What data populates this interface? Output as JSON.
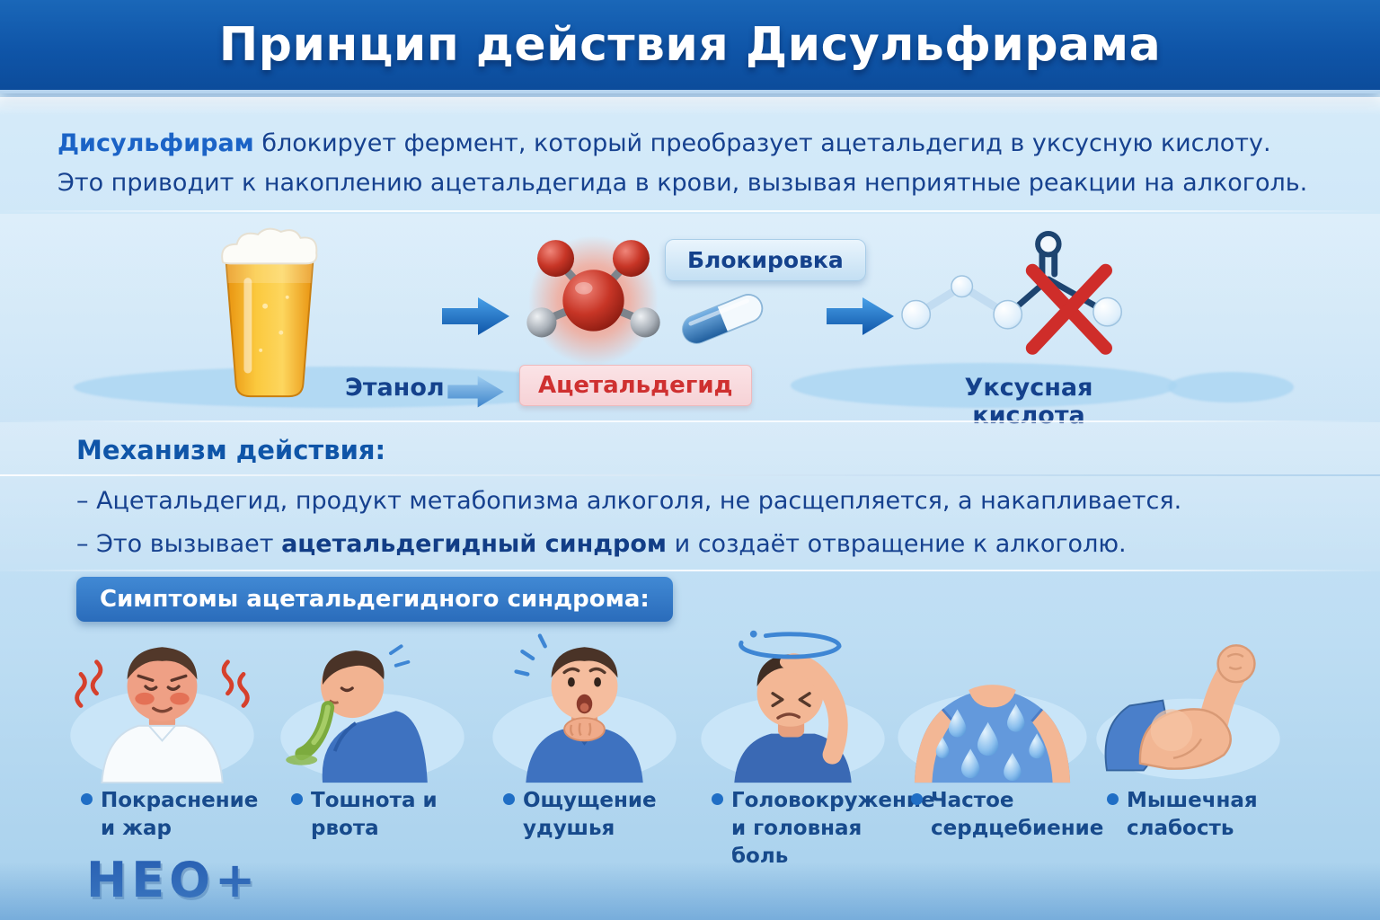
{
  "header": {
    "title": "Принцип действия Дисульфирама"
  },
  "intro": {
    "line1_bold": "Дисульфирам",
    "line1_rest": " блокирует фермент, который преобразует ацетальдегид в уксусную кислоту.",
    "line2": "Это приводит к накоплению ацетальдегида в крови, вызывая неприятные реакции на алкоголь."
  },
  "process": {
    "ethanol_label": "Этанол",
    "acetaldehyde_label": "Ацетальдегид",
    "blocking_label": "Блокировка",
    "acetic_acid_label": "Уксусная кислота"
  },
  "mechanism": {
    "heading": "Механизм действия:",
    "bullet1": "– Ацетальдегид, продукт метабопизма алкоголя, не расщепляется, а накапливается.",
    "bullet2_pre": "– Это вызывает ",
    "bullet2_bold": "ацетальдегидный синдром",
    "bullet2_post": " и создаёт отвращение к алкоголю."
  },
  "symptoms": {
    "heading": "Симптомы ацетальдегидного синдрома:",
    "items": [
      {
        "label": "Покраснение и жар",
        "icon": "flushed-face-icon"
      },
      {
        "label": "Тошнота и рвота",
        "icon": "vomiting-icon"
      },
      {
        "label": "Ощущение удушья",
        "icon": "choking-icon"
      },
      {
        "label": "Головокружение и головная боль",
        "icon": "dizziness-icon"
      },
      {
        "label": "Частое сердцебиение",
        "icon": "sweating-icon"
      },
      {
        "label": "Мышечная слабость",
        "icon": "muscle-weakness-icon"
      }
    ]
  },
  "footer": {
    "logo_text": "НЕО+"
  },
  "colors": {
    "header_blue": "#0f55a8",
    "text_blue": "#16418f",
    "accent_blue": "#1b63c6",
    "alert_red": "#cf2d2a",
    "badge_blue": "#2f77c6",
    "background_light": "#cfe7f8"
  }
}
